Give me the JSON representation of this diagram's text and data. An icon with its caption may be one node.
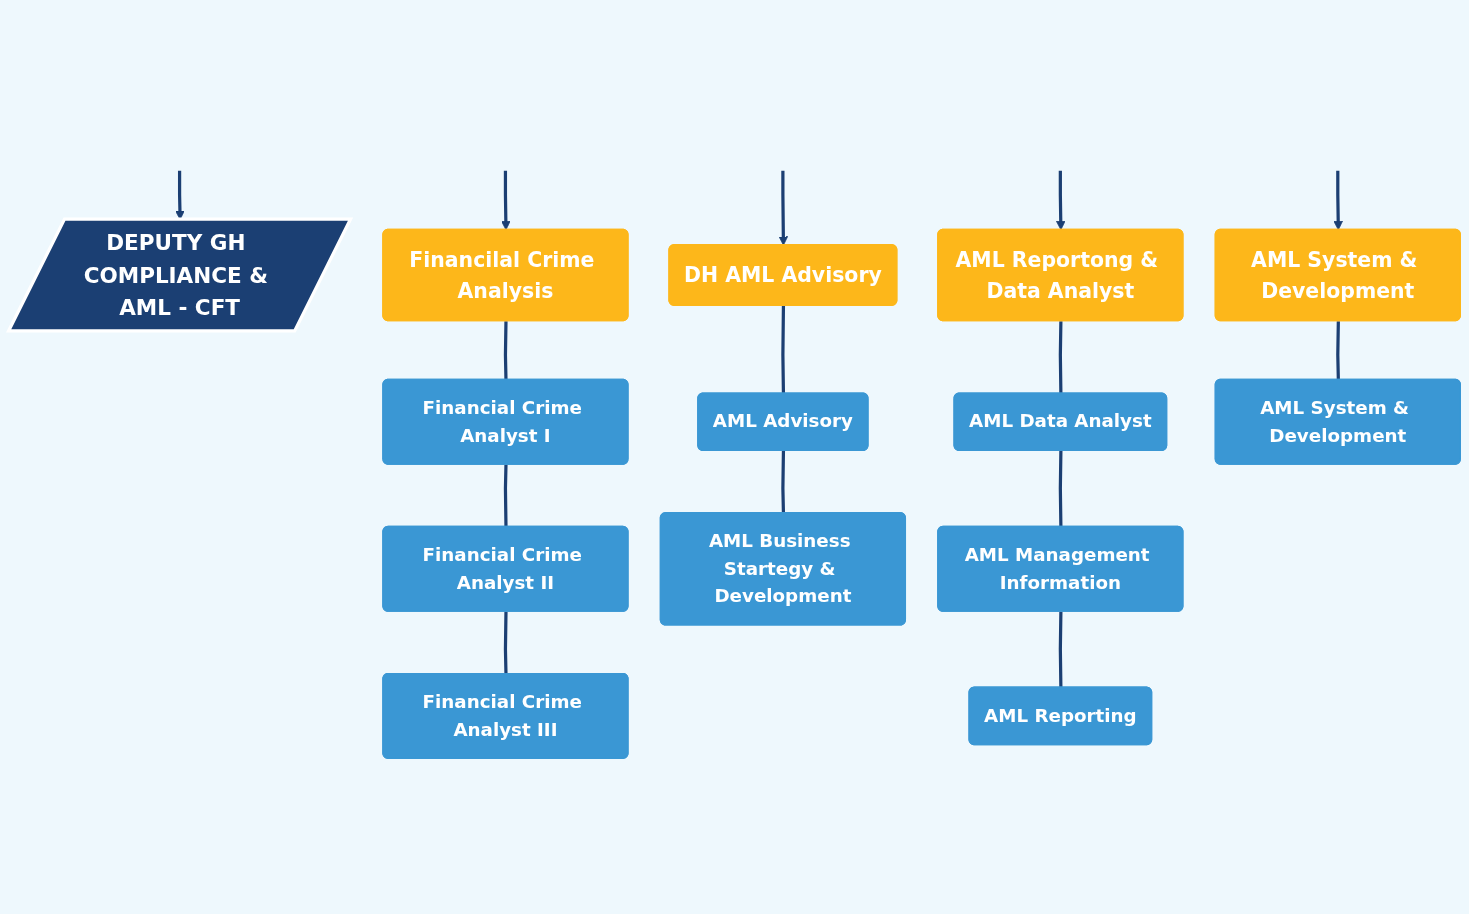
{
  "diagram": {
    "nodes": [
      {
        "text": [
          "DEPUTY GH COMPLIANCE & AML - CFT"
        ]
      },
      {
        "text": [
          "Financilal Crime Analysis"
        ]
      },
      {
        "text": [
          "DH AML Advisory"
        ]
      },
      {
        "text": [
          "AML Reportong & Data Analyst"
        ]
      },
      {
        "text": [
          "AML System & Development"
        ]
      },
      {
        "text": [
          "Financial Crime Analyst I"
        ]
      },
      {
        "text": [
          "Financial Crime Analyst II"
        ]
      },
      {
        "text": [
          "Financial Crime Analyst III"
        ]
      },
      {
        "text": [
          "AML Advisory"
        ]
      },
      {
        "text": [
          "AML Business Startegy & Development"
        ]
      },
      {
        "text": [
          "AML Data Analyst"
        ]
      },
      {
        "text": [
          "AML Management Information"
        ]
      },
      {
        "text": [
          "AML Reporting"
        ]
      },
      {
        "text": [
          "AML System & Development"
        ]
      }
    ],
    "edges": [
      {
        "from": null,
        "to": 0,
        "arrow": "to"
      },
      {
        "from": null,
        "to": 1,
        "arrow": "to"
      },
      {
        "from": null,
        "to": 2,
        "arrow": "to"
      },
      {
        "from": null,
        "to": 3,
        "arrow": "to"
      },
      {
        "from": null,
        "to": 4,
        "arrow": "to"
      },
      {
        "from": 1,
        "to": 5,
        "arrow": "none"
      },
      {
        "from": 5,
        "to": 6,
        "arrow": "none"
      },
      {
        "from": 6,
        "to": 7,
        "arrow": "none"
      },
      {
        "from": 2,
        "to": 8,
        "arrow": "none"
      },
      {
        "from": 8,
        "to": 9,
        "arrow": "none"
      },
      {
        "from": 3,
        "to": 10,
        "arrow": "none"
      },
      {
        "from": 10,
        "to": 11,
        "arrow": "none"
      },
      {
        "from": 11,
        "to": 12,
        "arrow": "none"
      },
      {
        "from": 4,
        "to": 13,
        "arrow": "none"
      }
    ]
  }
}
